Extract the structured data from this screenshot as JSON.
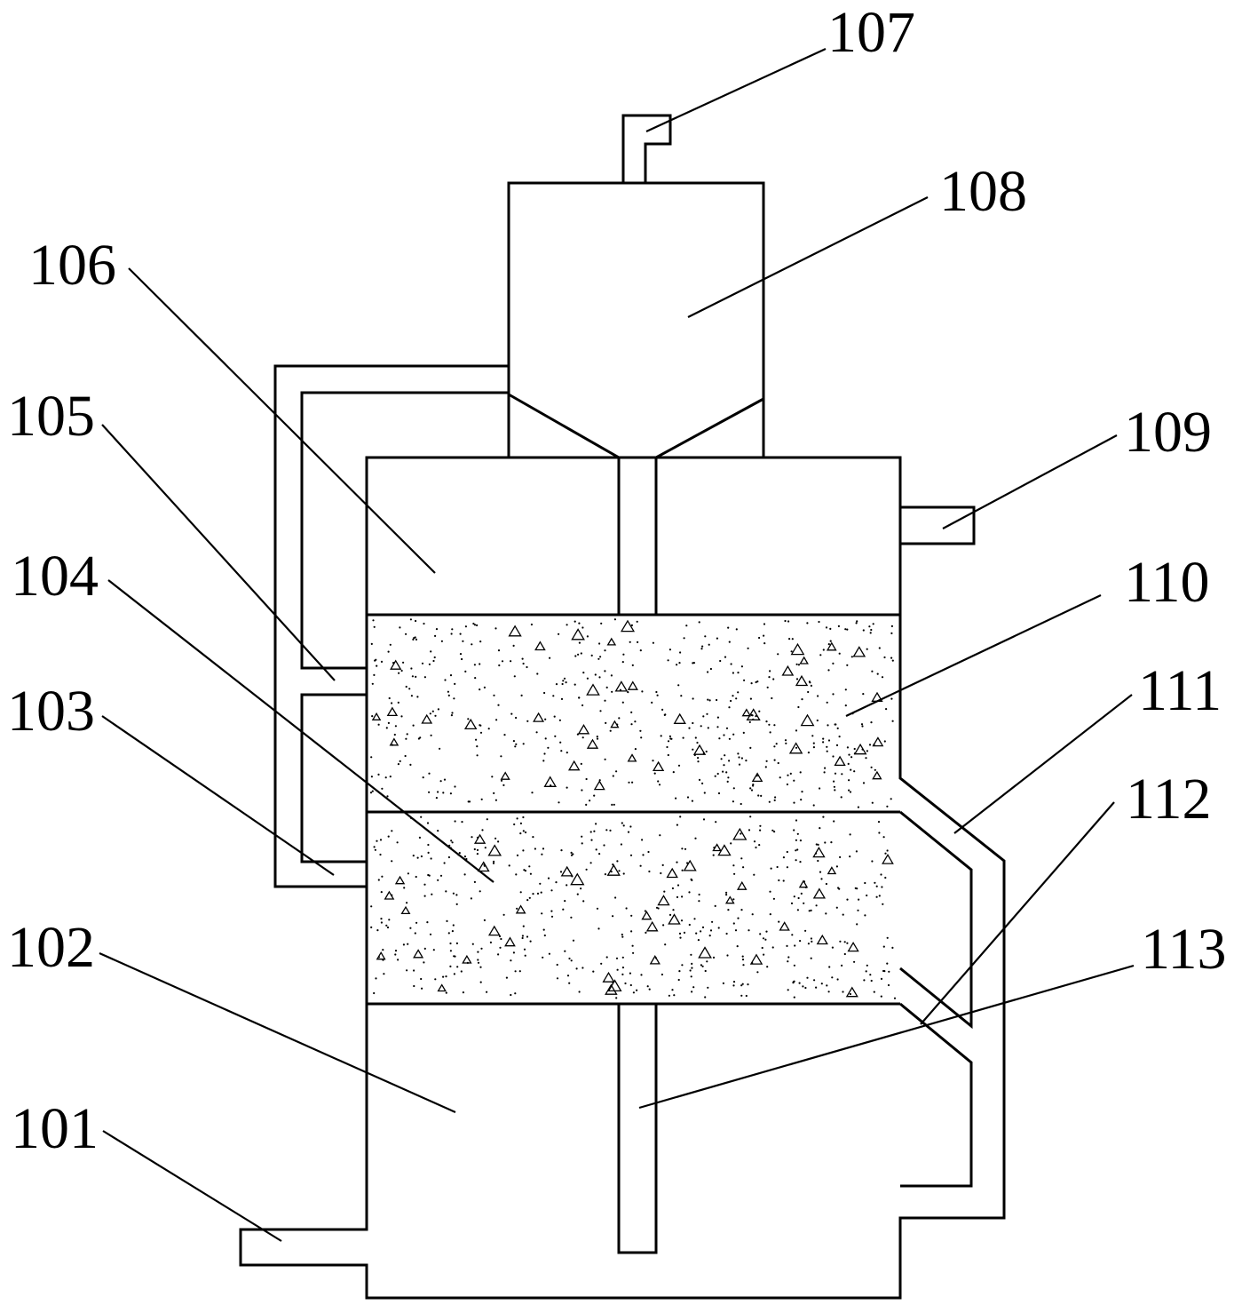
{
  "labels": {
    "l101": "101",
    "l102": "102",
    "l103": "103",
    "l104": "104",
    "l105": "105",
    "l106": "106",
    "l107": "107",
    "l108": "108",
    "l109": "109",
    "l110": "110",
    "l111": "111",
    "l112": "112",
    "l113": "113"
  }
}
